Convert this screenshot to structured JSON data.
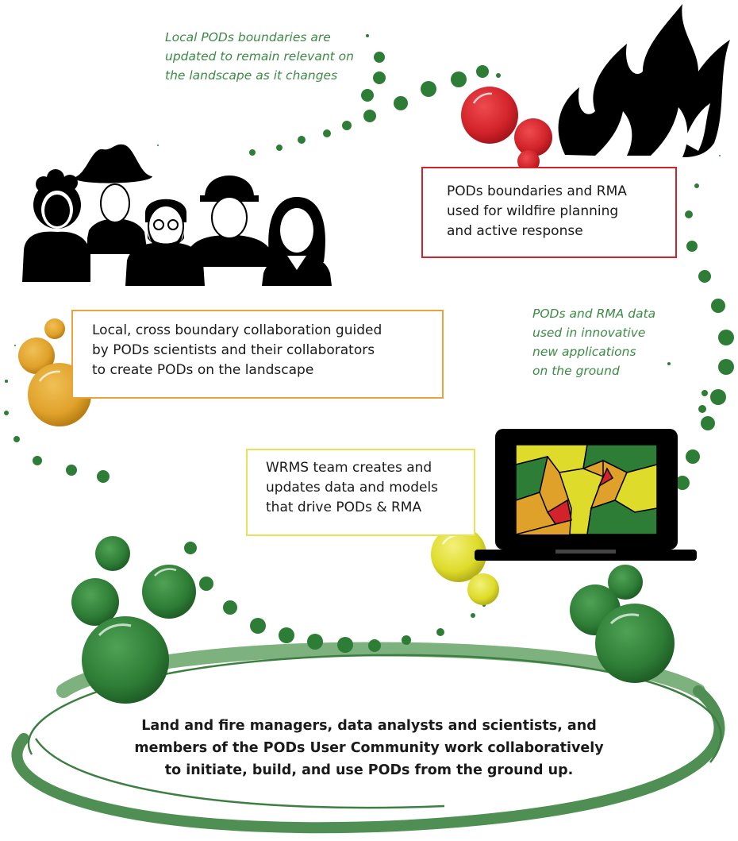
{
  "notes": {
    "top": [
      "Local PODs boundaries are",
      "updated to remain relevant on",
      "the landscape as it changes"
    ],
    "right": [
      "PODs and RMA data",
      "used in innovative",
      "new applications",
      "on the ground"
    ]
  },
  "boxes": {
    "wildfire": [
      "PODs boundaries and RMA",
      "used for wildfire planning",
      "and active response"
    ],
    "collaboration": [
      "Local, cross boundary collaboration guided",
      "by PODs scientists and their collaborators",
      "to create PODs on the landscape"
    ],
    "wrms": [
      "WRMS team creates and",
      "updates data and models",
      "that drive PODs & RMA"
    ]
  },
  "main": [
    "Land and fire managers, data analysts and scientists, and",
    "members of the PODs User Community work collaboratively",
    "to initiate, build, and use PODs from the ground up."
  ],
  "colors": {
    "green": "#2e7d36",
    "red": "#d2232a",
    "orange": "#e0a12a",
    "yellow": "#dedb2a",
    "ring": "#6fa86f",
    "text_note": "#3d8a46"
  },
  "icons": [
    "people-group-icon",
    "fire-icon",
    "laptop-map-icon"
  ]
}
